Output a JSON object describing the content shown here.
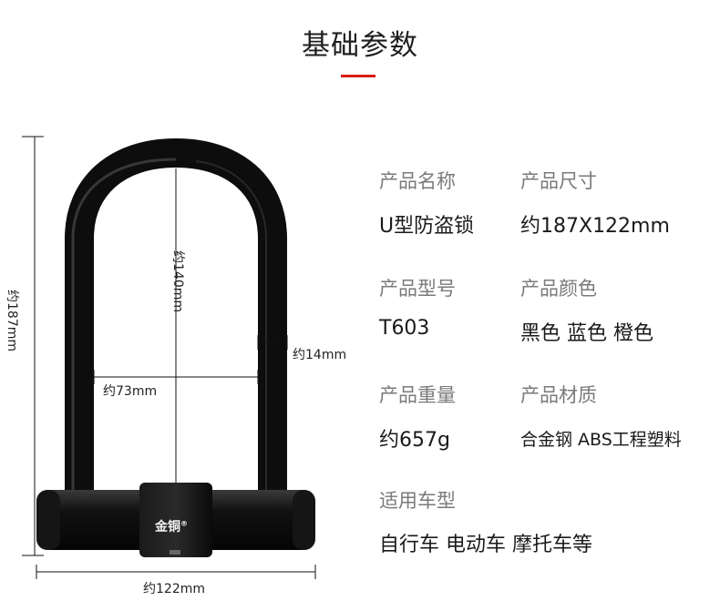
{
  "header": {
    "title": "基础参数",
    "accent_color": "#d81e06"
  },
  "dimensions": {
    "height": "约187mm",
    "inner_height": "约140mm",
    "inner_width": "约73mm",
    "shackle_diameter": "约14mm",
    "width": "约122mm"
  },
  "brand": {
    "name": "金铜",
    "mark": "®"
  },
  "specs": {
    "name": {
      "label": "产品名称",
      "value": "U型防盗锁"
    },
    "size": {
      "label": "产品尺寸",
      "value": "约187X122mm"
    },
    "model": {
      "label": "产品型号",
      "value": "T603"
    },
    "color": {
      "label": "产品颜色",
      "value": "黑色 蓝色 橙色"
    },
    "weight": {
      "label": "产品重量",
      "value": "约657g"
    },
    "material": {
      "label": "产品材质",
      "value": "合金钢 ABS工程塑料"
    },
    "vehicles": {
      "label": "适用车型",
      "value": "自行车 电动车 摩托车等"
    }
  }
}
